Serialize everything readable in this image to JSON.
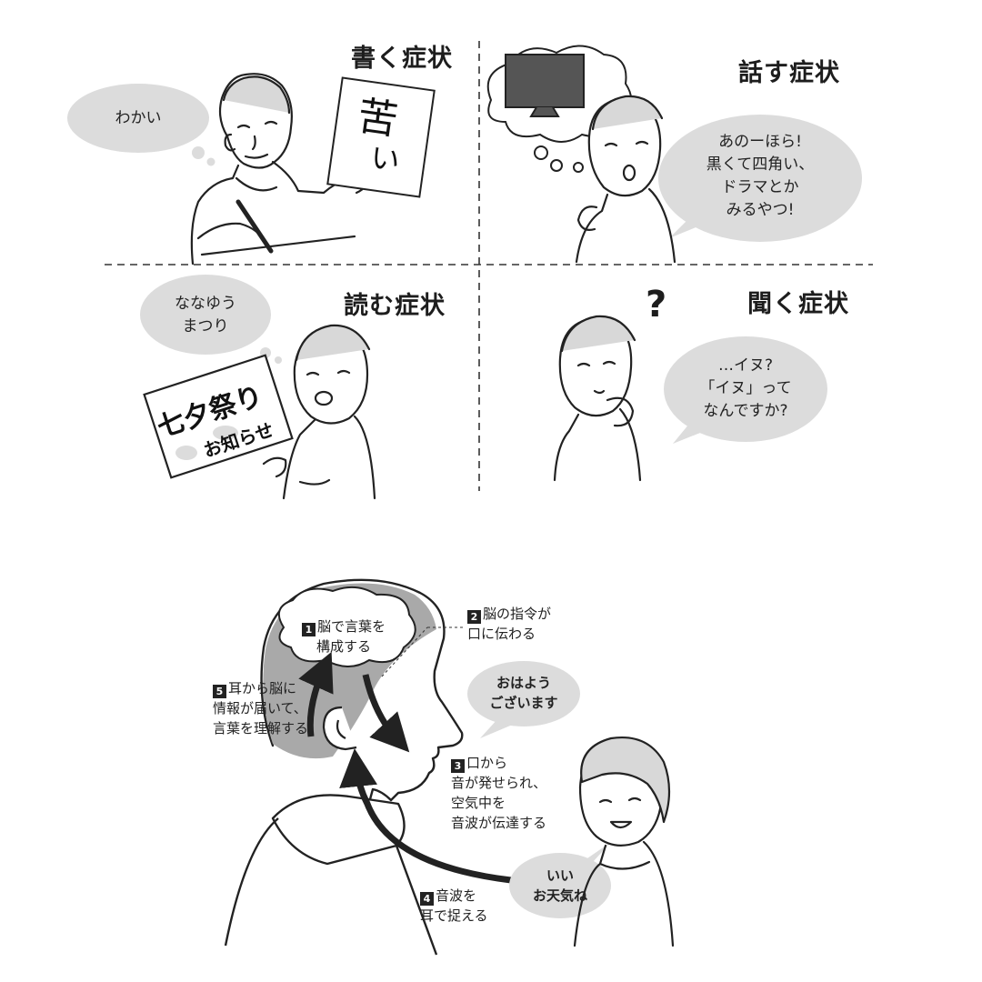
{
  "panels": [
    {
      "heading": "書く症状",
      "bubble_lines": [
        "わかい"
      ],
      "paper_lines": [
        "苦",
        "い"
      ]
    },
    {
      "heading": "話す症状",
      "bubble_lines": [
        "あのーほら!",
        "黒くて四角い、",
        "ドラマとか",
        "みるやつ!"
      ]
    },
    {
      "heading": "読む症状",
      "bubble_lines": [
        "ななゆう",
        "まつり"
      ],
      "sign_main": "七夕祭り",
      "sign_sub": "お知らせ"
    },
    {
      "heading": "聞く症状",
      "bubble_lines": [
        "…イヌ?",
        "「イヌ」って",
        "なんですか?"
      ],
      "thought_mark": "?"
    }
  ],
  "diagram": {
    "steps": [
      {
        "num": "1",
        "lines": [
          "脳で言葉を",
          "構成する"
        ]
      },
      {
        "num": "2",
        "lines": [
          "脳の指令が",
          "口に伝わる"
        ]
      },
      {
        "num": "3",
        "lines": [
          "口から",
          "音が発せられ、",
          "空気中を",
          "音波が伝達する"
        ]
      },
      {
        "num": "4",
        "lines": [
          "音波を",
          "耳で捉える"
        ]
      },
      {
        "num": "5",
        "lines": [
          "耳から脳に",
          "情報が届いて、",
          "言葉を理解する"
        ]
      }
    ],
    "speech_man": [
      "おはよう",
      "ございます"
    ],
    "speech_woman": [
      "いい",
      "お天気ね"
    ]
  }
}
